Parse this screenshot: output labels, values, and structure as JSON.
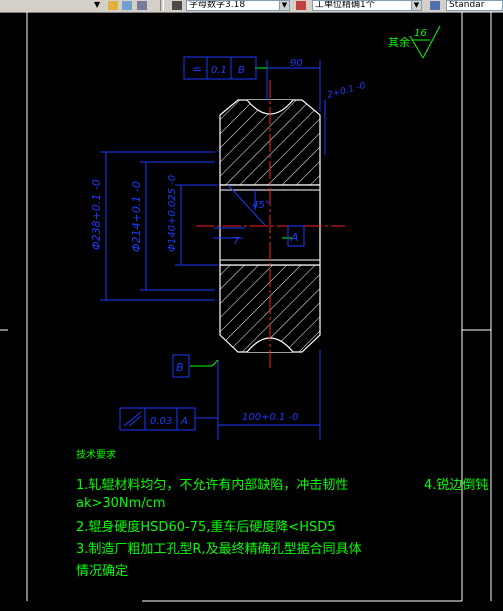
{
  "toolbar": {
    "dimstyle_value": "字母数字3.18",
    "layer_value": "工单位精确1个",
    "style_value": "Standar"
  },
  "drawing": {
    "roughness_prefix": "其余",
    "roughness_value": "16",
    "fcf_top_symbol": "=",
    "fcf_top_value": "0.1",
    "fcf_top_datum": "B",
    "dim_top_width": "90",
    "dim_chamfer": "2+0.1 -0",
    "dim_dia1": "Φ238+0.1 -0",
    "dim_dia2": "Φ214+0.1 -0",
    "dim_bore": "Φ140+0.025 -0",
    "dim_angle": "45°",
    "dim_bore_small": "7",
    "datum_a": "A",
    "datum_b": "B",
    "fcf_bottom_value": "0.03",
    "fcf_bottom_datum": "A",
    "dim_bottom_width": "100+0.1 -0"
  },
  "notes": {
    "title": "技术要求",
    "line1": "1.轧辊材料均匀，不允许有内部缺陷，冲击韧性",
    "line1b": "4.锐边倒钝",
    "line2": "ak>30Nm/cm",
    "line3": "2.辊身硬度HSD60-75,重车后硬度降<HSD5",
    "line4": "3.制造厂粗加工孔型R,及最终精确孔型据合同具体",
    "line5": "情况确定"
  }
}
